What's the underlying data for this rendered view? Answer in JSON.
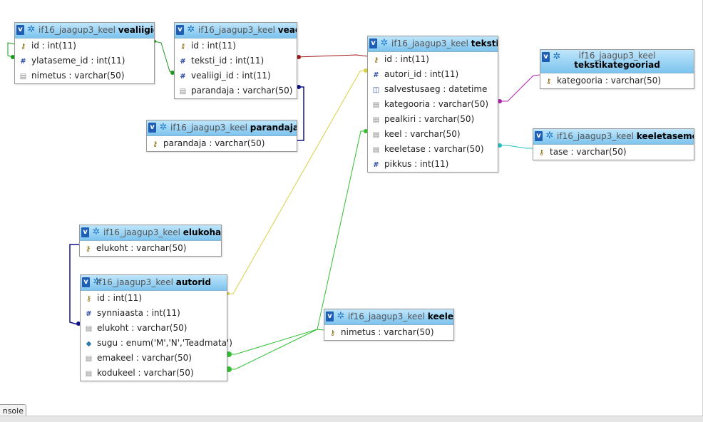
{
  "db_prefix": "if16_jaagup3_keel",
  "console_label": "nsole",
  "tables": {
    "vealiigid": {
      "name": "vealiigid",
      "columns": [
        "id : int(11)",
        "ylataseme_id : int(11)",
        "nimetus : varchar(50)"
      ]
    },
    "vead": {
      "name": "vead",
      "columns": [
        "id : int(11)",
        "teksti_id : int(11)",
        "vealiigi_id : int(11)",
        "parandaja : varchar(50)"
      ]
    },
    "parandajad": {
      "name": "parandajad",
      "columns": [
        "parandaja : varchar(50)"
      ]
    },
    "tekstid": {
      "name": "tekstid",
      "columns": [
        "id : int(11)",
        "autori_id : int(11)",
        "salvestusaeg : datetime",
        "kategooria : varchar(50)",
        "pealkiri : varchar(50)",
        "keel : varchar(50)",
        "keeletase : varchar(50)",
        "pikkus : int(11)"
      ]
    },
    "tekstikategooriad": {
      "name": "tekstikategooriad",
      "columns": [
        "kategooria : varchar(50)"
      ]
    },
    "keeletasemed": {
      "name": "keeletasemed",
      "columns": [
        "tase : varchar(50)"
      ]
    },
    "elukohad": {
      "name": "elukohad",
      "columns": [
        "elukoht : varchar(50)"
      ]
    },
    "autorid": {
      "name": "autorid",
      "columns": [
        "id : int(11)",
        "synniaasta : int(11)",
        "elukoht : varchar(50)",
        "sugu : enum('M','N','Teadmata')",
        "emakeel : varchar(50)",
        "kodukeel : varchar(50)"
      ]
    },
    "keeled": {
      "name": "keeled",
      "columns": [
        "nimetus : varchar(50)"
      ]
    }
  },
  "colors": {
    "header_top": "#bfe6fb",
    "header_bottom": "#7cc3ee",
    "rel_vead_tekstid": "#a01818",
    "rel_vealiigid": "#1a9a1a",
    "rel_parandajad": "#10148a",
    "rel_autorid_tekstid": "#d8d040",
    "rel_keeled": "#30c030",
    "rel_tekstikategooriad": "#b020b0",
    "rel_keeletasemed": "#20c0c0",
    "rel_elukohad": "#10148a"
  }
}
